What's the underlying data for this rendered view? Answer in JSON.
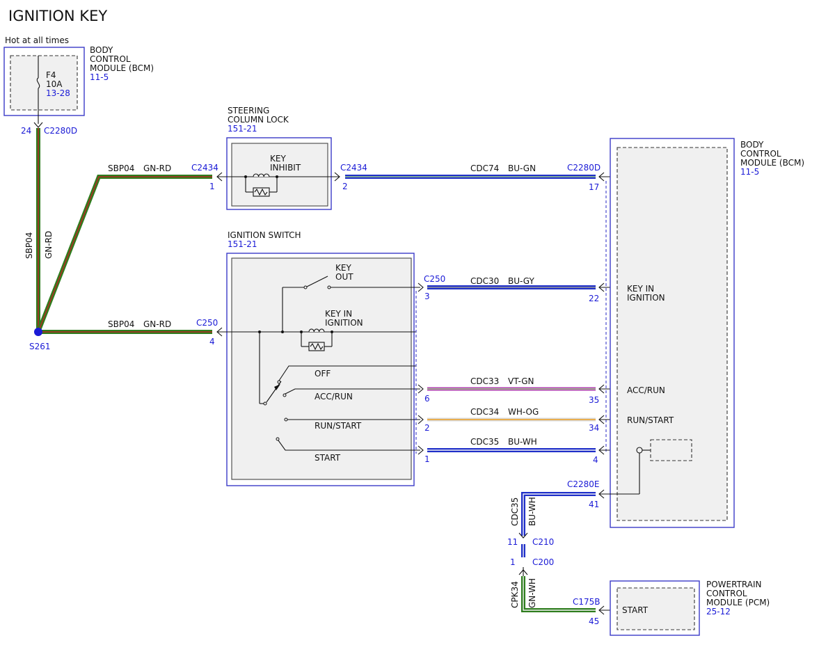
{
  "title": "IGNITION KEY",
  "colors": {
    "module_border": "#3a3ac8",
    "blue_text": "#1a1ad6",
    "GN": "#2e7d1e",
    "RD": "#b22a22",
    "BU": "#1f2fc9",
    "GN_light": "#9fd08a",
    "VT": "#b040b0",
    "WH": "#f4f4f4",
    "OG": "#f0a020",
    "GY": "#9a9a9a",
    "splice": "#1a1ad6"
  },
  "bcm_top": {
    "caption": "Hot at all times",
    "name_lines": [
      "BODY",
      "CONTROL",
      "MODULE (BCM)"
    ],
    "ref": "11-5",
    "fuse_name": "F4",
    "fuse_rating": "10A",
    "fuse_ref": "13-28",
    "pin": "24",
    "connector": "C2280D"
  },
  "vertical_wire": {
    "circuit": "SBP04",
    "color": "GN-RD"
  },
  "splice": {
    "id": "S261"
  },
  "steering_lock": {
    "name_lines": [
      "STEERING",
      "COLUMN LOCK"
    ],
    "ref": "151-21",
    "inner_lines": [
      "KEY",
      "INHIBIT"
    ],
    "connector": "C2434",
    "left_pin": "1",
    "right_pin": "2"
  },
  "wire_sbp04_upper": {
    "circuit": "SBP04",
    "color": "GN-RD",
    "connector": "C2434",
    "pin": "1"
  },
  "wire_sbp04_lower": {
    "circuit": "SBP04",
    "color": "GN-RD",
    "connector": "C250",
    "pin": "4"
  },
  "wire_cdc74": {
    "circuit": "CDC74",
    "color": "BU-GN",
    "connector_left": "C2434",
    "pin_left": "2",
    "connector_right": "C2280D",
    "pin_right": "17"
  },
  "ignition_switch": {
    "name": "IGNITION SWITCH",
    "ref": "151-21",
    "key_out_lines": [
      "KEY",
      "OUT"
    ],
    "key_in_lines": [
      "KEY IN",
      "IGNITION"
    ],
    "positions": [
      "OFF",
      "ACC/RUN",
      "RUN/START",
      "START"
    ],
    "connector": "C250"
  },
  "wires_right": [
    {
      "circuit": "CDC30",
      "color": "BU-GY",
      "left_pin": "3",
      "right_pin": "22",
      "bcm_label_lines": [
        "KEY IN",
        "IGNITION"
      ]
    },
    {
      "circuit": "CDC33",
      "color": "VT-GN",
      "left_pin": "6",
      "right_pin": "35",
      "bcm_label_lines": [
        "ACC/RUN"
      ]
    },
    {
      "circuit": "CDC34",
      "color": "WH-OG",
      "left_pin": "2",
      "right_pin": "34",
      "bcm_label_lines": [
        "RUN/START"
      ]
    },
    {
      "circuit": "CDC35",
      "color": "BU-WH",
      "left_pin": "1",
      "right_pin": "4",
      "bcm_label_lines": []
    }
  ],
  "bcm_right": {
    "name_lines": [
      "BODY",
      "CONTROL",
      "MODULE (BCM)"
    ],
    "ref": "11-5"
  },
  "wire_cdc35_down": {
    "circuit": "CDC35",
    "color": "BU-WH",
    "connector": "C2280E",
    "pin": "41"
  },
  "inline_connectors": [
    {
      "connector": "C210",
      "pin": "11"
    },
    {
      "connector": "C200",
      "pin": "1"
    }
  ],
  "wire_cpk34": {
    "circuit": "CPK34",
    "color": "GN-WH",
    "connector": "C175B",
    "pin": "45"
  },
  "pcm": {
    "name_lines": [
      "POWERTRAIN",
      "CONTROL",
      "MODULE (PCM)"
    ],
    "ref": "25-12",
    "inner_label": "START"
  }
}
